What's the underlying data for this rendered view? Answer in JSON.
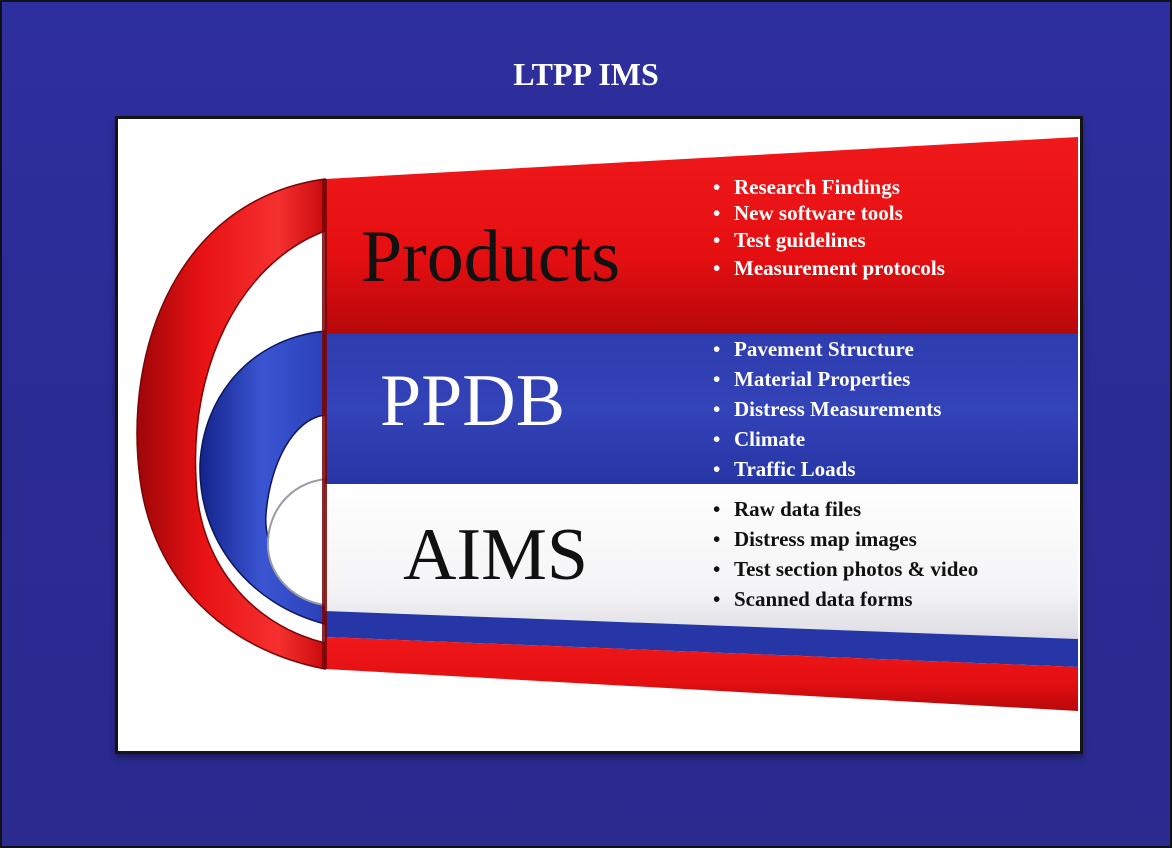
{
  "title": "LTPP IMS",
  "sections": [
    {
      "label": "Products",
      "bullets": [
        "Research Findings",
        "New software tools",
        "Test guidelines",
        "Measurement protocols"
      ]
    },
    {
      "label": "PPDB",
      "bullets": [
        "Pavement Structure",
        "Material Properties",
        "Distress Measurements",
        "Climate",
        "Traffic Loads"
      ]
    },
    {
      "label": "AIMS",
      "bullets": [
        "Raw data files",
        "Distress map images",
        "Test section photos & video",
        "Scanned data forms"
      ]
    }
  ],
  "colors": {
    "background": "#2b2b94",
    "red": "#e60f12",
    "blue": "#2f3fb3",
    "white": "#ffffff"
  }
}
